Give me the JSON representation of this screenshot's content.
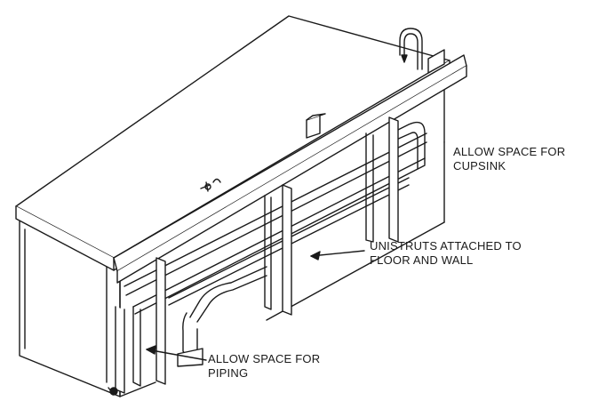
{
  "callouts": {
    "cupsink": {
      "line1": "ALLOW SPACE FOR",
      "line2": "CUPSINK"
    },
    "unistruts": {
      "line1": "UNISTRUTS ATTACHED TO",
      "line2": "FLOOR AND WALL"
    },
    "piping": {
      "line1": "ALLOW SPACE FOR",
      "line2": "PIPING"
    }
  },
  "colors": {
    "ink": "#1a1a1a",
    "paper": "#ffffff"
  }
}
